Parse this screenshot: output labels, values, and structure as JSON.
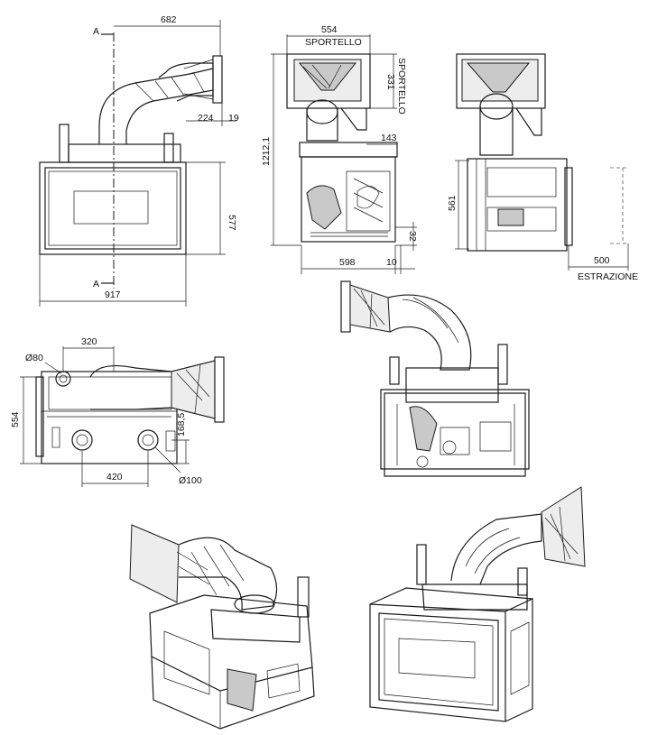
{
  "front_view": {
    "width_total": "917",
    "width_top": "682",
    "height": "577",
    "offset_right": "224",
    "offset_right_small": "19",
    "section_marker": "A"
  },
  "side_view": {
    "sportello_width": "554",
    "sportello_label": "SPORTELLO",
    "sportello_height": "331",
    "total_height": "1212,1",
    "flue_offset": "143",
    "depth": "598",
    "depth_small": "10",
    "base_height": "32"
  },
  "rear_view": {
    "height": "561",
    "extraction": "500",
    "extraction_label": "ESTRAZIONE"
  },
  "top_view": {
    "diameter_small": "Ø80",
    "offset_top": "320",
    "depth": "554",
    "height_outlet": "168,5",
    "spacing": "420",
    "diameter_large": "Ø100"
  }
}
